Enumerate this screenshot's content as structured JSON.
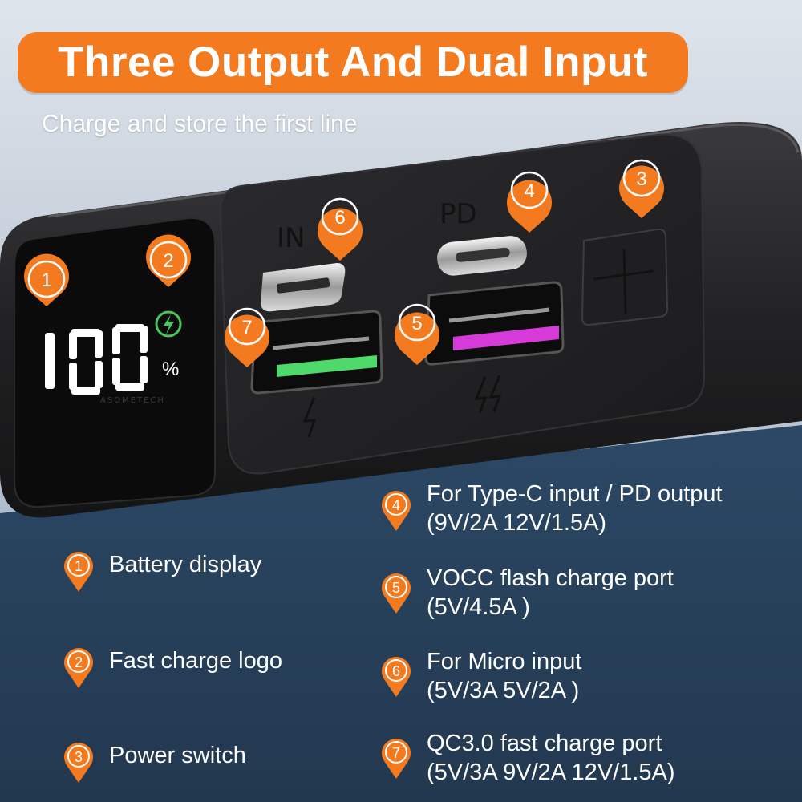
{
  "title": "Three Output And Dual Input",
  "subtitle": "Charge and store the first line",
  "brand_watermark": "ASOMETECH",
  "display": {
    "reading": "100",
    "unit": "%"
  },
  "port_labels": {
    "in": "IN",
    "pd": "PD"
  },
  "callouts": [
    "1",
    "2",
    "3",
    "4",
    "5",
    "6",
    "7"
  ],
  "legend": [
    {
      "number": "1",
      "label": "Battery display",
      "spec": ""
    },
    {
      "number": "2",
      "label": "Fast charge logo",
      "spec": ""
    },
    {
      "number": "3",
      "label": "Power switch",
      "spec": ""
    },
    {
      "number": "4",
      "label": "For Type-C input / PD output",
      "spec": "(9V/2A  12V/1.5A)"
    },
    {
      "number": "5",
      "label": "VOCC flash charge port",
      "spec": "(5V/4.5A )"
    },
    {
      "number": "6",
      "label": "For Micro input",
      "spec": "(5V/3A  5V/2A )"
    },
    {
      "number": "7",
      "label": "QC3.0 fast charge port",
      "spec": "(5V/3A  9V/2A  12V/1.5A)"
    }
  ],
  "colors": {
    "accent": "#f47a20",
    "text_light": "#ffffff",
    "usb_green": "#4fd96b",
    "usb_magenta": "#d63ad8",
    "device_body": "#1c1c1e"
  }
}
